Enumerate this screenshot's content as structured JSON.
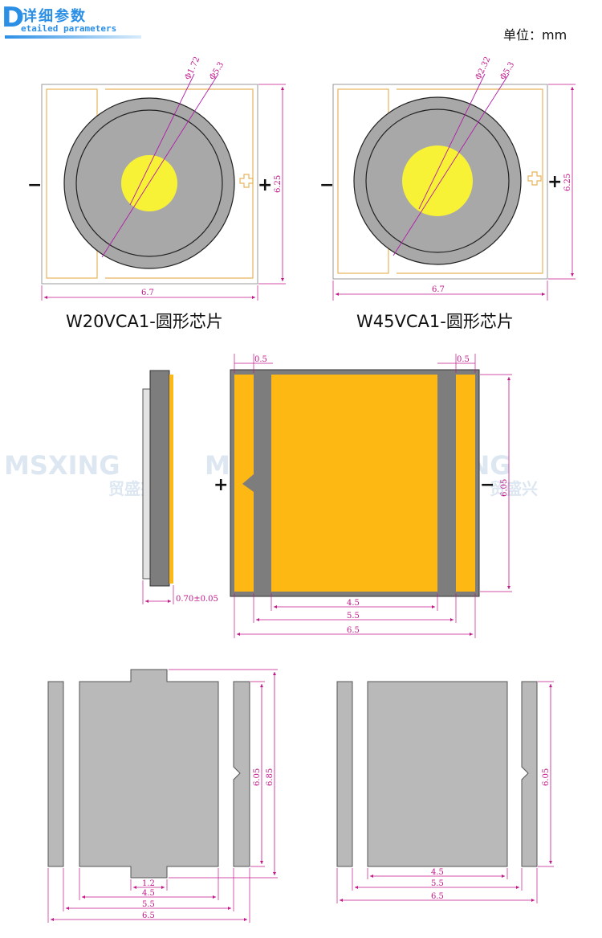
{
  "header": {
    "logo_letter": "D",
    "logo_cn": "详细参数",
    "logo_en": "etailed parameters",
    "unit": "单位：mm"
  },
  "colors": {
    "magenta": "#c2188a",
    "pad_yellow": "#fdb813",
    "pad_outline": "#e8b45a",
    "ceramic_gray": "#a8a8a8",
    "phosphor": "#f8f236",
    "watermark": "#dde7f1"
  },
  "top_view": {
    "chip_a": {
      "caption": "W20VCA1-圆形芯片",
      "inner_dia": "Φ1.72",
      "outer_dia": "Φ5.3",
      "height": "6.25",
      "width": "6.7",
      "minus": "−",
      "plus": "+"
    },
    "chip_b": {
      "caption": "W45VCA1-圆形芯片",
      "inner_dia": "Φ2.32",
      "outer_dia": "Φ5.3",
      "height": "6.25",
      "width": "6.7",
      "minus": "−",
      "plus": "+"
    }
  },
  "side_view": {
    "thickness": "0.70±0.05"
  },
  "bottom_view": {
    "plus": "+",
    "minus": "−",
    "edge_left": "0.5",
    "edge_right": "0.5",
    "height": "6.05",
    "inner_w": "4.5",
    "mid_w": "5.5",
    "outer_w": "6.5"
  },
  "watermark": {
    "brand": "MSXING",
    "brand_cn": "贸盛兴"
  },
  "pads_a": {
    "center_w": "1.2",
    "inner_w": "4.5",
    "mid_w": "5.5",
    "outer_w": "6.5",
    "height_a": "6.05",
    "height_b": "6.85"
  },
  "pads_b": {
    "inner_w": "4.5",
    "mid_w": "5.5",
    "outer_w": "6.5",
    "height": "6.05"
  }
}
